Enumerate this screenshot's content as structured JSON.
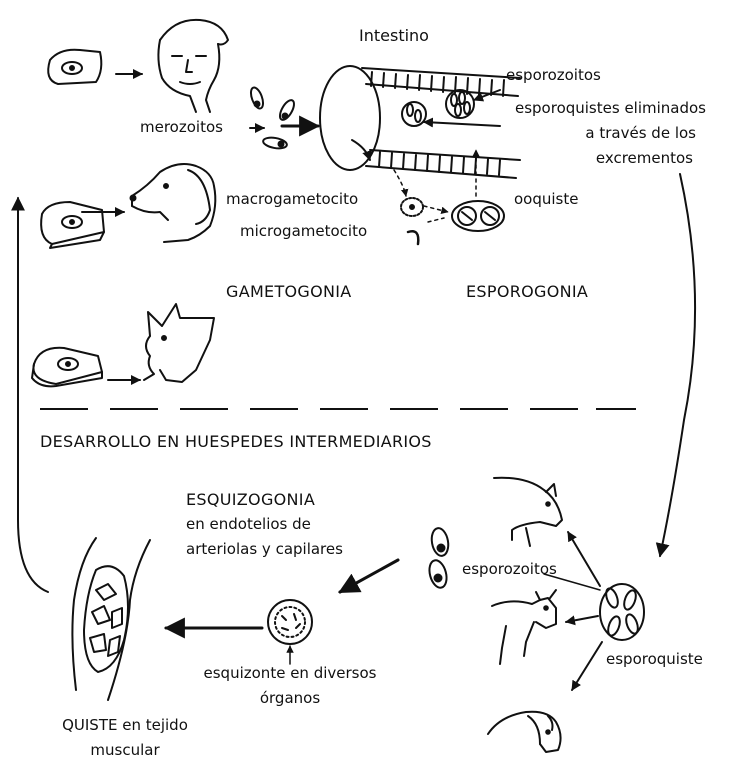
{
  "labels": {
    "intestino": "Intestino",
    "merozoitos": "merozoitos",
    "esporozoitos_top": "esporozoitos",
    "esporoquistes_line1": "esporoquistes eliminados",
    "esporoquistes_line2": "a través de los",
    "esporoquistes_line3": "excrementos",
    "macrogametocito": "macrogametocito",
    "microgametocito": "microgametocito",
    "ooquiste": "ooquiste",
    "gametogonia": "GAMETOGONIA",
    "esporogonia": "ESPOROGONIA",
    "desarrollo": "DESARROLLO EN HUESPEDES INTERMEDIARIOS",
    "esquizogonia_title": "ESQUIZOGONIA",
    "esquizogonia_line2": "en endotelios de",
    "esquizogonia_line3": "arteriolas y capilares",
    "esporozoitos_bottom": "esporozoitos",
    "esporoquiste": "esporoquiste",
    "esquizonte_line1": "esquizonte en diversos",
    "esquizonte_line2": "órganos",
    "quiste_line1": "QUISTE en tejido",
    "quiste_line2": "muscular"
  },
  "icons": {
    "definitive_hosts": [
      "human-head-icon",
      "dog-head-icon",
      "cat-head-icon"
    ],
    "intermediate_hosts": [
      "pig-icon",
      "cow-icon",
      "sheep-icon"
    ],
    "meat": [
      "meat-piece-icon",
      "meat-piece-icon",
      "meat-piece-icon"
    ],
    "organs": [
      "intestine-icon",
      "sporocyst-icon",
      "oocyst-icon",
      "schizont-icon",
      "muscle-cyst-icon"
    ]
  }
}
